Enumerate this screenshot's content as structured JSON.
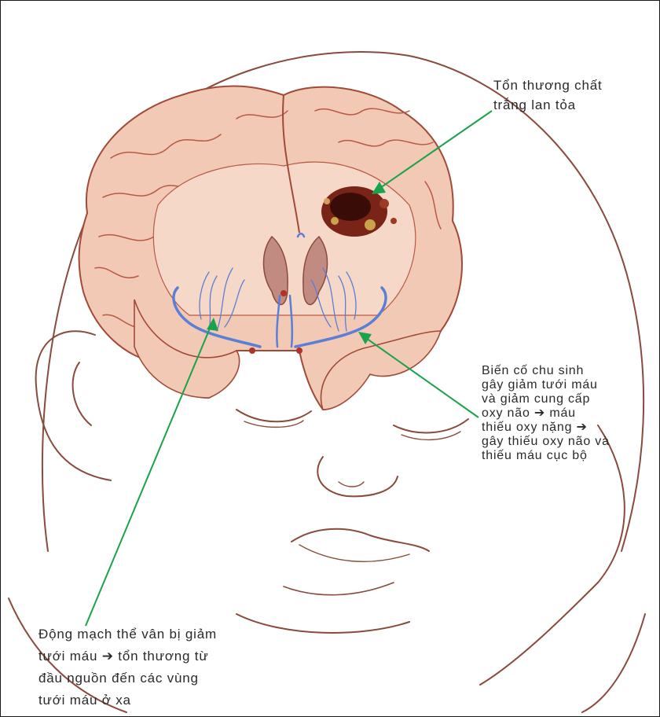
{
  "labels": {
    "white_matter": {
      "lines": [
        "Tổn thương chất",
        "trắng lan tỏa"
      ]
    },
    "perinatal_event": {
      "lines": [
        "Biến cố chu sinh",
        "gây giảm tưới máu",
        "và giảm cung cấp",
        "oxy  não ➔  máu",
        "thiếu oxy nặng ➔",
        "gây thiếu oxy não và",
        "thiếu máu cục bộ"
      ]
    },
    "striate_artery": {
      "lines": [
        "Động mạch thể vân bị giảm",
        "tưới máu ➔ tổn thương từ",
        "đầu nguồn đến các vùng",
        "tưới máu ở xa"
      ]
    }
  },
  "colors": {
    "pointer_line": "#1aa34a",
    "head_outline": "#8a4a3c",
    "brain_surface": "#f1c9b4",
    "brain_sulci": "#a14a37",
    "ventricle": "#b07a70",
    "artery": "#5a7fd6",
    "lesion": "#6e1b12"
  }
}
